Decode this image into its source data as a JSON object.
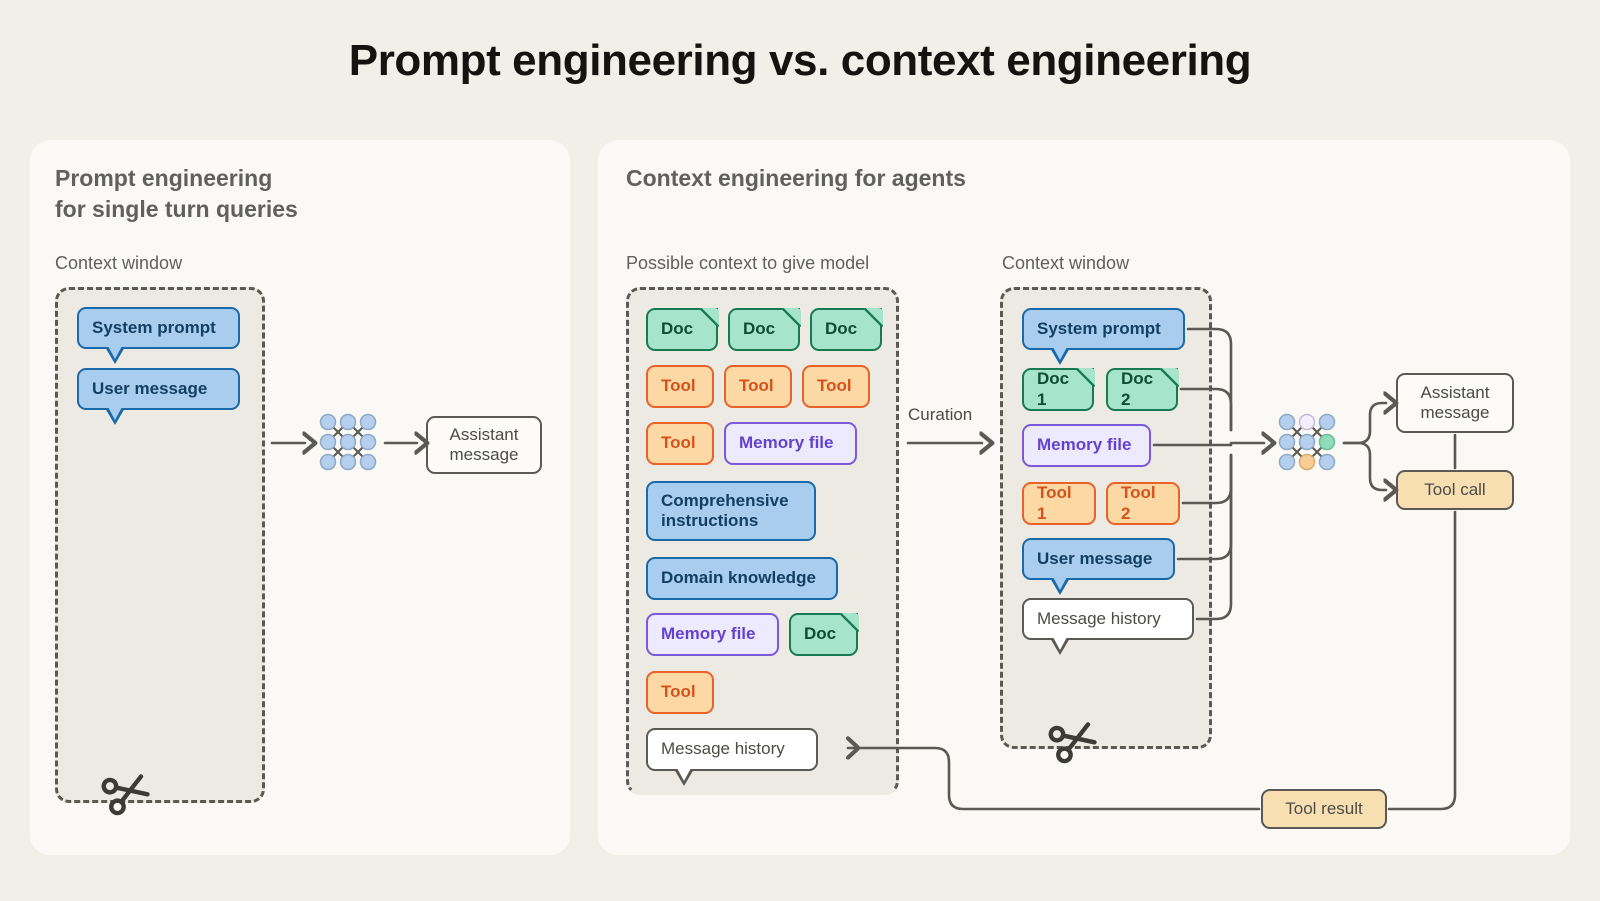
{
  "title": "Prompt engineering vs. context engineering",
  "colors": {
    "page_background": "#f2efe9",
    "panel_background": "#faf9f5",
    "context_window_fill": "#edeae3",
    "dashed_border": "#5a5953",
    "blue_fill": "#a9cdef",
    "blue_border": "#1a6aaa",
    "green_fill": "#a6e5cb",
    "green_border": "#177a52",
    "orange_fill": "#fcd9a4",
    "orange_border": "#e8622a",
    "purple_fill": "#edeafd",
    "purple_border": "#7b59db",
    "tan_fill": "#f8dfb2",
    "wire": "#5a5953",
    "node_blue": "#b5cfee",
    "node_green": "#8fdcba",
    "node_orange": "#f6cd92",
    "node_lavender": "#f2eefc"
  },
  "left_panel": {
    "title": "Prompt engineering\nfor single turn queries",
    "context_window_label": "Context window",
    "items": [
      {
        "label": "System prompt",
        "kind": "bubble-blue"
      },
      {
        "label": "User message",
        "kind": "bubble-blue"
      }
    ],
    "model_icon": "neural-network-icon",
    "output": {
      "label": "Assistant\nmessage",
      "kind": "plain"
    },
    "trim_icon": "scissors-icon"
  },
  "right_panel": {
    "title": "Context engineering for agents",
    "possible_context_label": "Possible context to give model",
    "context_window_label": "Context window",
    "curation_label": "Curation",
    "possible_context_items": [
      {
        "label": "Doc",
        "kind": "doc-green"
      },
      {
        "label": "Doc",
        "kind": "doc-green"
      },
      {
        "label": "Doc",
        "kind": "doc-green"
      },
      {
        "label": "Tool",
        "kind": "orange"
      },
      {
        "label": "Tool",
        "kind": "orange"
      },
      {
        "label": "Tool",
        "kind": "orange"
      },
      {
        "label": "Tool",
        "kind": "orange"
      },
      {
        "label": "Memory file",
        "kind": "purple"
      },
      {
        "label": "Comprehensive\ninstructions",
        "kind": "blue"
      },
      {
        "label": "Domain knowledge",
        "kind": "blue"
      },
      {
        "label": "Memory file",
        "kind": "purple"
      },
      {
        "label": "Doc",
        "kind": "doc-green"
      },
      {
        "label": "Tool",
        "kind": "orange"
      },
      {
        "label": "Message history",
        "kind": "bubble-white"
      }
    ],
    "context_window_items": [
      {
        "label": "System prompt",
        "kind": "bubble-blue"
      },
      {
        "label": "Doc 1",
        "kind": "doc-green"
      },
      {
        "label": "Doc 2",
        "kind": "doc-green"
      },
      {
        "label": "Memory file",
        "kind": "purple"
      },
      {
        "label": "Tool 1",
        "kind": "orange"
      },
      {
        "label": "Tool 2",
        "kind": "orange"
      },
      {
        "label": "User message",
        "kind": "bubble-blue"
      },
      {
        "label": "Message history",
        "kind": "bubble-white"
      }
    ],
    "model_icon": "neural-network-icon",
    "outputs": [
      {
        "label": "Assistant\nmessage",
        "kind": "plain"
      },
      {
        "label": "Tool call",
        "kind": "tan"
      }
    ],
    "tool_result": {
      "label": "Tool result",
      "kind": "tan"
    },
    "trim_icon": "scissors-icon"
  }
}
